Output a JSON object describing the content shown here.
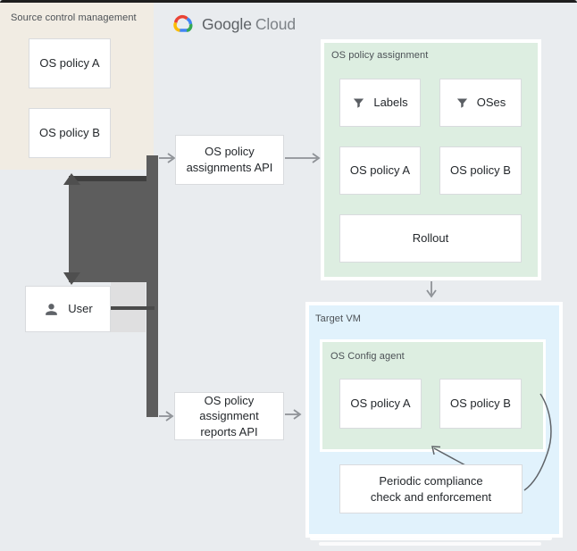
{
  "logo": {
    "brand": "Google",
    "product": "Cloud"
  },
  "source_control": {
    "title": "Source control management",
    "policy_a": "OS policy A",
    "policy_b": "OS policy B"
  },
  "user": {
    "label": "User"
  },
  "api_boxes": {
    "assignments": "OS policy\nassignments API",
    "reports": "OS policy\nassignment\nreports API"
  },
  "policy_assignment": {
    "title": "OS policy assignment",
    "labels": "Labels",
    "oses": "OSes",
    "policy_a": "OS policy A",
    "policy_b": "OS policy B",
    "rollout": "Rollout"
  },
  "target_vm": {
    "title": "Target VM",
    "agent_title": "OS Config agent",
    "policy_a": "OS policy A",
    "policy_b": "OS policy B",
    "periodic": "Periodic compliance\ncheck and enforcement"
  },
  "colors": {
    "background": "#e9ecef",
    "beige_container": "#f1ece3",
    "green_container": "#ddeee1",
    "blue_container": "#e1f2fc",
    "dark_connector": "#5d5d5d",
    "thin_arrow": "#8e9297",
    "logo_red": "#EA4335",
    "logo_blue": "#4285F4",
    "logo_green": "#34A853",
    "logo_yellow": "#FBBC05"
  }
}
